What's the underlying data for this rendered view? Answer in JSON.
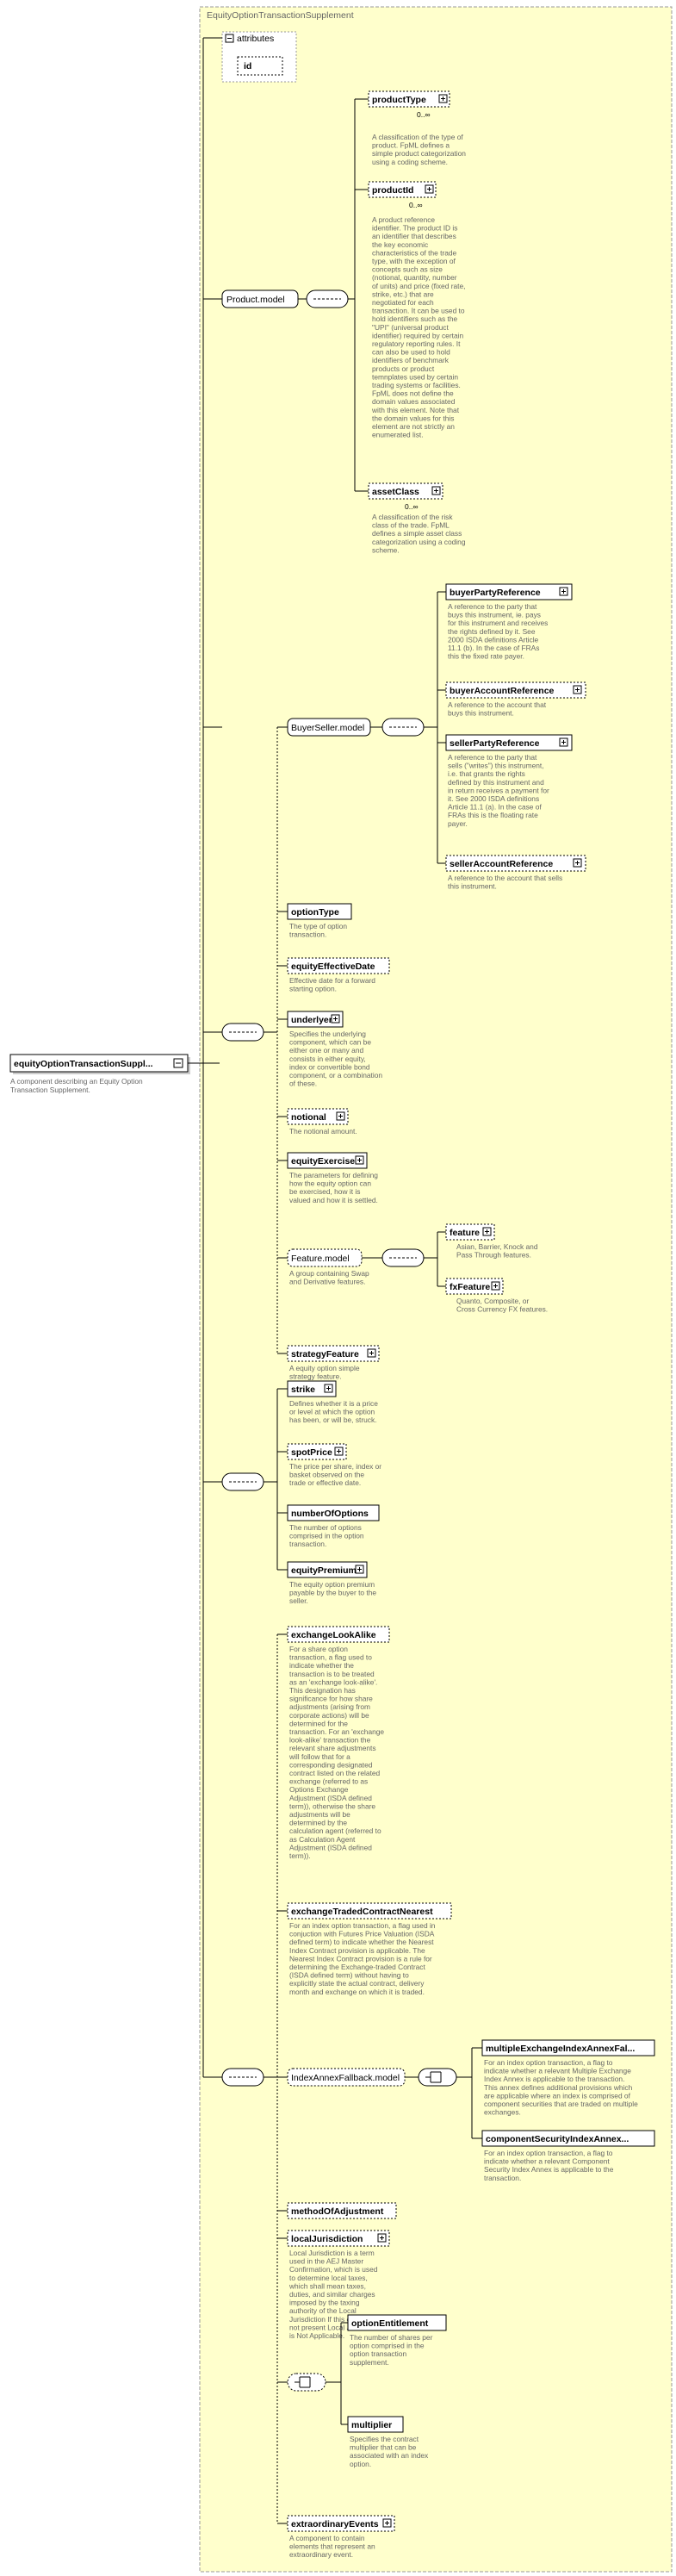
{
  "root": {
    "name": "equityOptionTransactionSuppl...",
    "doc": [
      "A component describing an Equity Option",
      "Transaction Supplement."
    ]
  },
  "type_title": "EquityOptionTransactionSupplement",
  "attributes": {
    "label": "attributes",
    "id": "id"
  },
  "product_model": {
    "name": "Product.model",
    "productType": {
      "name": "productType",
      "card": "0..∞",
      "doc": [
        "A classification of the type of",
        "product. FpML defines a",
        "simple product categorization",
        "using a coding scheme."
      ]
    },
    "productId": {
      "name": "productId",
      "card": "0..∞",
      "doc": [
        "A product reference",
        "identifier. The product ID is",
        "an identifier that describes",
        "the key economic",
        "characteristics of the trade",
        "type, with the exception of",
        "concepts such as size",
        "(notional, quantity, number",
        "of units) and price (fixed rate,",
        "strike, etc.) that are",
        "negotiated for each",
        "transaction. It can be used to",
        "hold identifiers such as the",
        "\"UPI\" (universal product",
        "identifier) required by certain",
        "regulatory reporting rules. It",
        "can also be used to hold",
        "identifiers of benchmark",
        "products or product",
        "temnplates used by certain",
        "trading systems or facilities.",
        "FpML does not define the",
        "domain values associated",
        "with this element. Note that",
        "the domain values for this",
        "element are not strictly an",
        "enumerated list."
      ]
    },
    "assetClass": {
      "name": "assetClass",
      "card": "0..∞",
      "doc": [
        "A classification of the risk",
        "class of the trade. FpML",
        "defines a simple asset class",
        "categorization using a coding",
        "scheme."
      ]
    }
  },
  "buyer_seller_model": {
    "name": "BuyerSeller.model",
    "buyerPartyReference": {
      "name": "buyerPartyReference",
      "doc": [
        "A reference to the party that",
        "buys this instrument, ie. pays",
        "for this instrument and receives",
        "the rights defined by it. See",
        "2000 ISDA definitions Article",
        "11.1 (b). In the case of FRAs",
        "this the fixed rate payer."
      ]
    },
    "buyerAccountReference": {
      "name": "buyerAccountReference",
      "doc": [
        "A reference to the account that",
        "buys this instrument."
      ]
    },
    "sellerPartyReference": {
      "name": "sellerPartyReference",
      "doc": [
        "A reference to the party that",
        "sells (\"writes\") this instrument,",
        "i.e. that grants the rights",
        "defined by this instrument and",
        "in return receives a payment for",
        "it. See 2000 ISDA definitions",
        "Article 11.1 (a). In the case of",
        "FRAs this is the floating rate",
        "payer."
      ]
    },
    "sellerAccountReference": {
      "name": "sellerAccountReference",
      "doc": [
        "A reference to the account that sells",
        "this instrument."
      ]
    }
  },
  "group1": {
    "optionType": {
      "name": "optionType",
      "doc": [
        "The type of option",
        "transaction."
      ]
    },
    "equityEffectiveDate": {
      "name": "equityEffectiveDate",
      "doc": [
        "Effective date for a forward",
        "starting option."
      ]
    },
    "underlyer": {
      "name": "underlyer",
      "doc": [
        "Specifies the underlying",
        "component, which can be",
        "either one or many and",
        "consists in either equity,",
        "index or convertible bond",
        "component, or a combination",
        "of these."
      ]
    },
    "notional": {
      "name": "notional",
      "doc": [
        "The notional amount."
      ]
    },
    "equityExercise": {
      "name": "equityExercise",
      "doc": [
        "The parameters for defining",
        "how the equity option can",
        "be exercised, how it is",
        "valued and how it is settled."
      ]
    },
    "feature_model": {
      "name": "Feature.model",
      "doc": [
        "A group containing Swap",
        "and Derivative features."
      ],
      "feature": {
        "name": "feature",
        "doc": [
          "Asian, Barrier, Knock and",
          "Pass Through features."
        ]
      },
      "fxFeature": {
        "name": "fxFeature",
        "doc": [
          "Quanto, Composite, or",
          "Cross Currency FX features."
        ]
      }
    },
    "strategyFeature": {
      "name": "strategyFeature",
      "doc": [
        "A equity option simple",
        "strategy feature."
      ]
    }
  },
  "group2": {
    "strike": {
      "name": "strike",
      "doc": [
        "Defines whether it is a price",
        "or level at which the option",
        "has been, or will be, struck."
      ]
    },
    "spotPrice": {
      "name": "spotPrice",
      "doc": [
        "The price per share, index or",
        "basket observed on the",
        "trade or effective date."
      ]
    },
    "numberOfOptions": {
      "name": "numberOfOptions",
      "doc": [
        "The number of options",
        "comprised in the option",
        "transaction."
      ]
    },
    "equityPremium": {
      "name": "equityPremium",
      "doc": [
        "The equity option premium",
        "payable by the buyer to the",
        "seller."
      ]
    }
  },
  "group3": {
    "exchangeLookAlike": {
      "name": "exchangeLookAlike",
      "doc": [
        "For a share option",
        "transaction, a flag used to",
        "indicate whether the",
        "transaction is to be treated",
        "as an 'exchange look-alike'.",
        "This designation has",
        "significance for how share",
        "adjustments (arising from",
        "corporate actions) will be",
        "determined for the",
        "transaction. For an 'exchange",
        "look-alike' transaction the",
        "relevant share adjustments",
        "will follow that for a",
        "corresponding designated",
        "contract listed on the related",
        "exchange (referred to as",
        "Options Exchange",
        "Adjustment (ISDA defined",
        "term)), otherwise the share",
        "adjustments will be",
        "determined by the",
        "calculation agent (referred to",
        "as Calculation Agent",
        "Adjustment (ISDA defined",
        "term))."
      ]
    },
    "exchangeTradedContractNearest": {
      "name": "exchangeTradedContractNearest",
      "doc": [
        "For an index option transaction, a flag used in",
        "conjuction with Futures Price Valuation (ISDA",
        "defined term) to indicate whether the Nearest",
        "Index Contract provision is applicable. The",
        "Nearest Index Contract provision is a rule for",
        "determining the Exchange-traded Contract",
        "(ISDA defined term) without having to",
        "explicitly state the actual contract, delivery",
        "month and exchange on which it is traded."
      ]
    },
    "index_annex_model": {
      "name": "IndexAnnexFallback.model",
      "multipleExchangeIndexAnnexFallback": {
        "name": "multipleExchangeIndexAnnexFal...",
        "doc": [
          "For an index option transaction, a flag to",
          "indicate whether a relevant Multiple Exchange",
          "Index Annex is applicable to the transaction.",
          "This annex defines additional provisions which",
          "are applicable where an index is comprised of",
          "component securities that are traded on multiple",
          "exchanges."
        ]
      },
      "componentSecurityIndexAnnexFallback": {
        "name": "componentSecurityIndexAnnex...",
        "doc": [
          "For an index option transaction, a flag to",
          "indicate whether a relevant Component",
          "Security Index Annex is applicable to the",
          "transaction."
        ]
      }
    },
    "methodOfAdjustment": {
      "name": "methodOfAdjustment"
    },
    "localJurisdiction": {
      "name": "localJurisdiction",
      "doc": [
        "Local Jurisdiction is a term",
        "used in the AEJ Master",
        "Confirmation, which is used",
        "to determine local taxes,",
        "which shall mean taxes,",
        "duties, and similar charges",
        "imposed by the taxing",
        "authority of the Local",
        "Jurisdiction If this element is",
        "not present Local Jurisdiction",
        "is Not Applicable."
      ]
    },
    "optionEntitlement": {
      "name": "optionEntitlement",
      "doc": [
        "The number of shares per",
        "option comprised in the",
        "option transaction",
        "supplement."
      ]
    },
    "multiplier": {
      "name": "multiplier",
      "doc": [
        "Specifies the contract",
        "multiplier that can be",
        "associated with an index",
        "option."
      ]
    },
    "extraordinaryEvents": {
      "name": "extraordinaryEvents",
      "doc": [
        "A component to contain",
        "elements that represent an",
        "extraordinary event."
      ]
    }
  },
  "colors": {
    "frame_fill": "#ffffcc",
    "frame_border": "#999999",
    "element_fill": "#ffffff",
    "text_doc": "#666666"
  }
}
